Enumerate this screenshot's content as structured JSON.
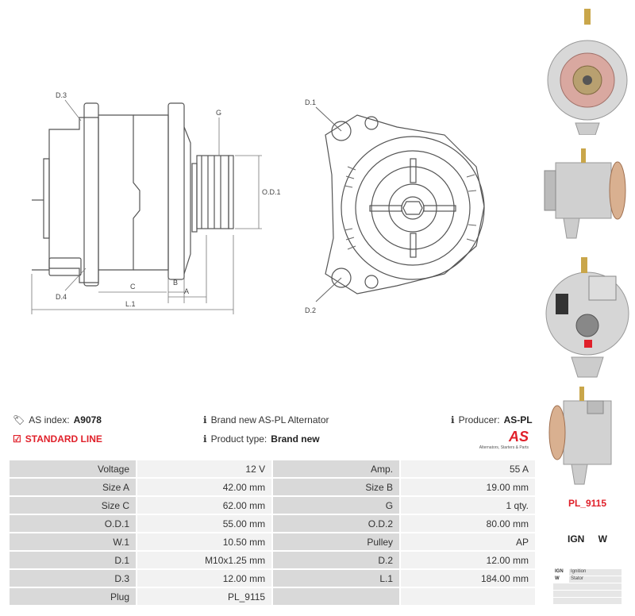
{
  "drawing": {
    "labels": {
      "d3": "D.3",
      "d4": "D.4",
      "g": "G",
      "od1": "O.D.1",
      "c": "C",
      "b": "B",
      "a": "A",
      "l1": "L.1",
      "d1": "D.1",
      "d2": "D.2"
    }
  },
  "info": {
    "index_label": "AS index:",
    "index_value": "A9078",
    "line_label": "STANDARD LINE",
    "description": "Brand new AS-PL Alternator",
    "type_label": "Product type:",
    "type_value": "Brand new",
    "producer_label": "Producer:",
    "producer_value": "AS-PL",
    "logo_text": "AS",
    "logo_tagline": "Alternators, Starters & Parts"
  },
  "specs": [
    [
      "Voltage",
      "12 V",
      "Amp.",
      "55 A"
    ],
    [
      "Size A",
      "42.00 mm",
      "Size B",
      "19.00 mm"
    ],
    [
      "Size C",
      "62.00 mm",
      "G",
      "1 qty."
    ],
    [
      "O.D.1",
      "55.00 mm",
      "O.D.2",
      "80.00 mm"
    ],
    [
      "W.1",
      "10.50 mm",
      "Pulley",
      "AP"
    ],
    [
      "D.1",
      "M10x1.25 mm",
      "D.2",
      "12.00 mm"
    ],
    [
      "D.3",
      "12.00 mm",
      "L.1",
      "184.00 mm"
    ],
    [
      "Plug",
      "PL_9115",
      "",
      ""
    ]
  ],
  "plug": {
    "name": "PL_9115",
    "pins": "IGN W",
    "legend": [
      {
        "key": "IGN",
        "value": "Ignition"
      },
      {
        "key": "W",
        "value": "Stator"
      }
    ]
  },
  "colors": {
    "accent": "#e0202a",
    "label_bg": "#d9d9d9",
    "value_bg": "#f2f2f2"
  }
}
